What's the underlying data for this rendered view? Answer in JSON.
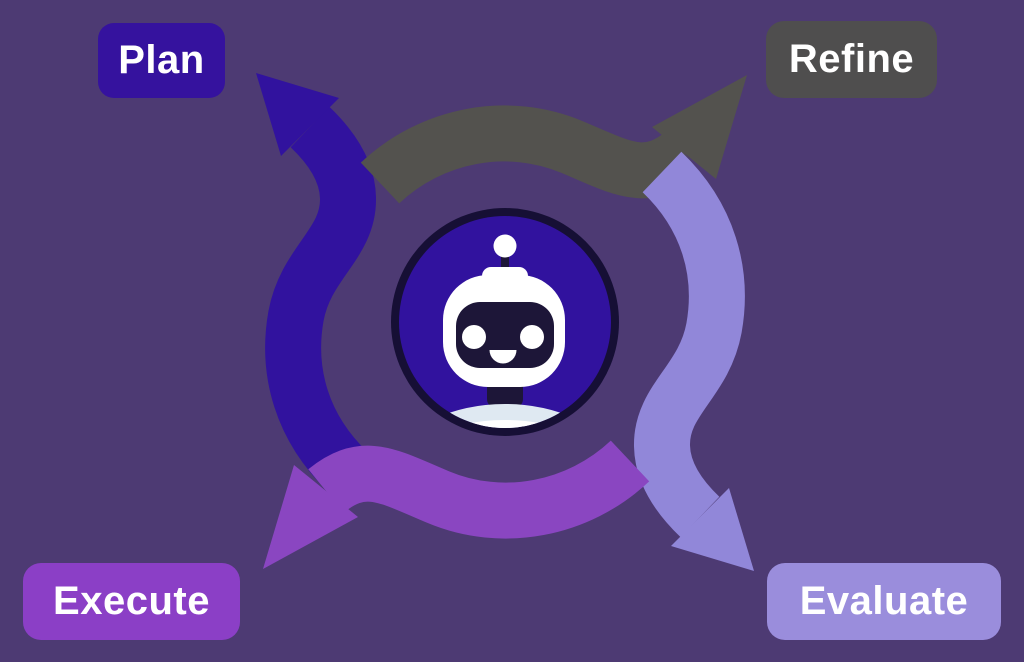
{
  "diagram": {
    "kind": "cycle-diagram",
    "background_color": "#4d3a73",
    "center": {
      "icon": "robot-icon",
      "ring_color": "#160f35",
      "circle_fill": "#31129e",
      "face_color": "#1d1638",
      "head_color": "#ffffff",
      "shoulder_color": "#dfe9f2"
    },
    "stages": [
      {
        "label": "Plan",
        "position": "top-left",
        "box_color": "#35129e",
        "text_color": "#ffffff",
        "arrow_color": "#31129e"
      },
      {
        "label": "Refine",
        "position": "top-right",
        "box_color": "#4f4e4e",
        "text_color": "#ffffff",
        "arrow_color": "#53524e"
      },
      {
        "label": "Evaluate",
        "position": "bottom-right",
        "box_color": "#9a8ddc",
        "text_color": "#ffffff",
        "arrow_color": "#9187d9"
      },
      {
        "label": "Execute",
        "position": "bottom-left",
        "box_color": "#8b3fc6",
        "text_color": "#ffffff",
        "arrow_color": "#8a46c1"
      }
    ]
  }
}
